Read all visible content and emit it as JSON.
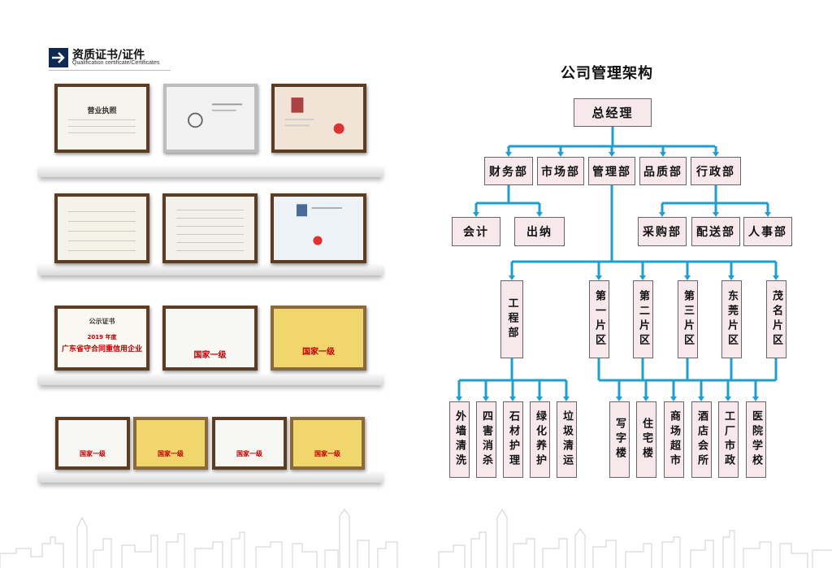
{
  "left": {
    "title": "资质证书/证件",
    "subtitle": "Qualification certificate/Certificates",
    "certs": {
      "c1": "营业执照",
      "c8a": "公示证书",
      "c8b": "2019 年度",
      "c8c": "广东省守合同重信用企业",
      "c9": "国家一级",
      "c10": "国家一级",
      "c11": "国家一级",
      "c12": "国家一级",
      "c13": "国家一级",
      "c14": "国家一级"
    }
  },
  "org": {
    "title": "公司管理架构",
    "ceo": "总经理",
    "depts": [
      "财务部",
      "市场部",
      "管理部",
      "品质部",
      "行政部"
    ],
    "finance_sub": [
      "会计",
      "出纳"
    ],
    "admin_sub": [
      "采购部",
      "配送部",
      "人事部"
    ],
    "mid": [
      "工程部",
      "第一片区",
      "第二片区",
      "第三片区",
      "东莞片区",
      "茂名片区"
    ],
    "eng_sub": [
      "外墙清洗",
      "四害消杀",
      "石材护理",
      "绿化养护",
      "垃圾清运"
    ],
    "area_sub": [
      "写字楼",
      "住宅楼",
      "商场超市",
      "酒店会所",
      "工厂市政",
      "医院学校"
    ]
  },
  "colors": {
    "line": "#1e9fcf",
    "box_fill": "#f7e8ec",
    "header_icon": "#0f2a52"
  }
}
